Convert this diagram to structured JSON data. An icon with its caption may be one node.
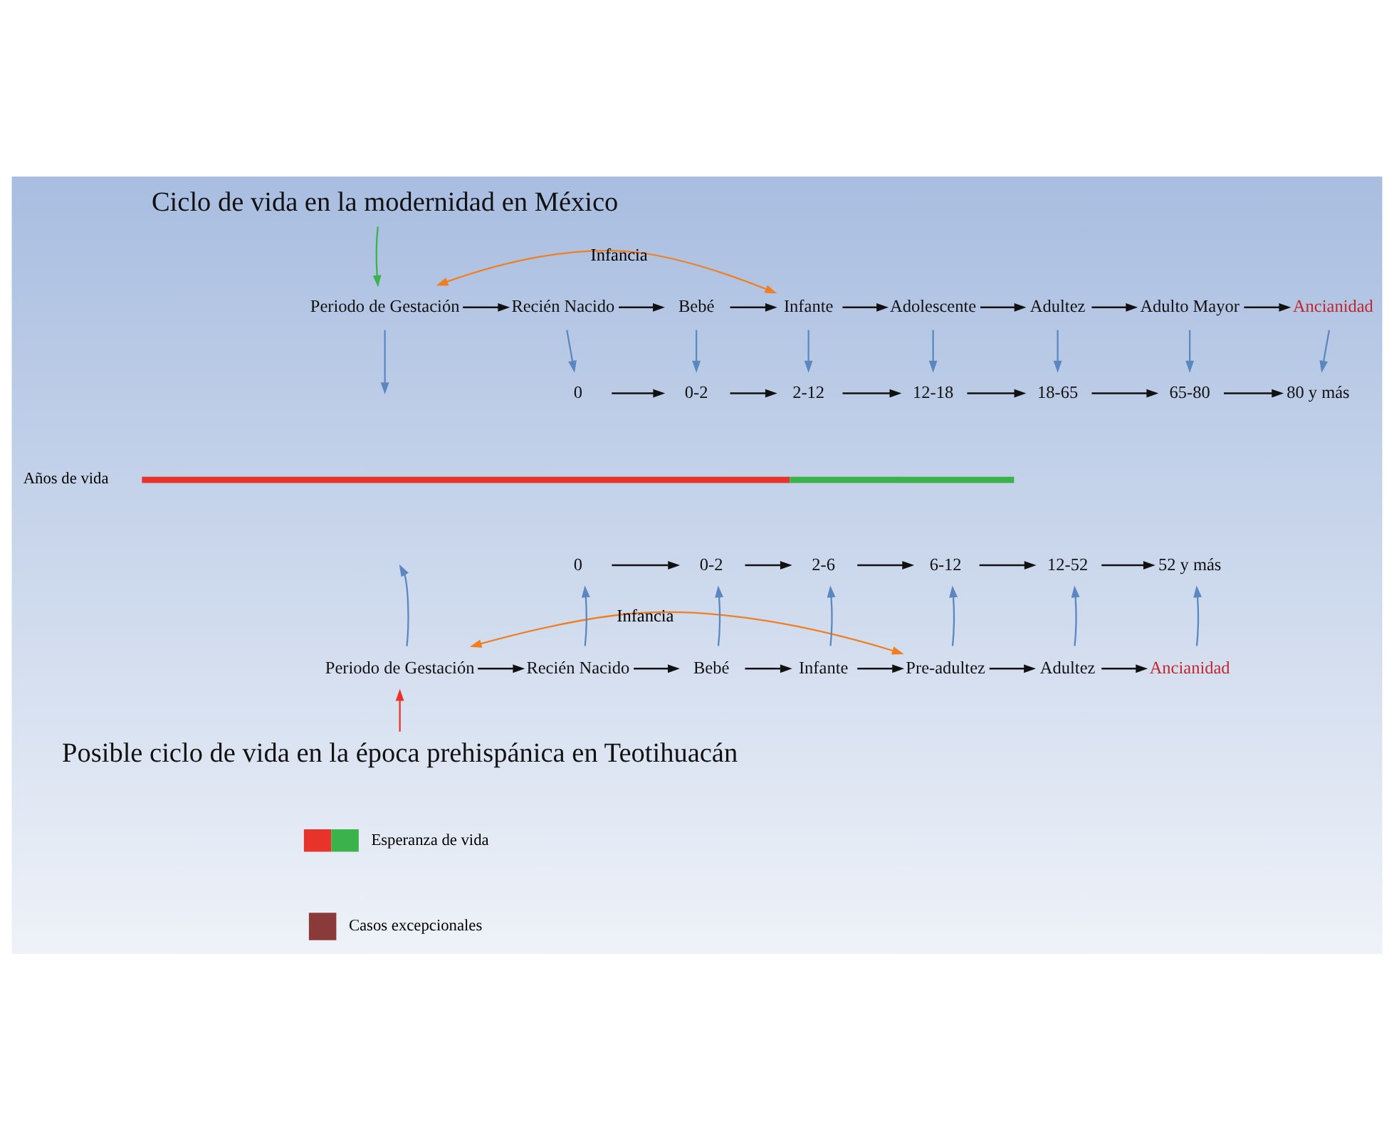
{
  "diagram": {
    "nodes": [
      {
        "text": [
          "Ciclo de vida en la modernidad en México"
        ]
      },
      {
        "text": [
          "Periodo de Gestación"
        ]
      },
      {
        "text": [
          "Recién Nacido"
        ]
      },
      {
        "text": [
          "Bebé"
        ]
      },
      {
        "text": [
          "Infante"
        ]
      },
      {
        "text": [
          "Adolescente"
        ]
      },
      {
        "text": [
          "Adultez"
        ]
      },
      {
        "text": [
          "Adulto Mayor"
        ]
      },
      {
        "text": [
          "Ancianidad"
        ]
      },
      {
        "text": [
          "0"
        ]
      },
      {
        "text": [
          "0-2"
        ]
      },
      {
        "text": [
          "2-12"
        ]
      },
      {
        "text": [
          "12-18"
        ]
      },
      {
        "text": [
          "18-65"
        ]
      },
      {
        "text": [
          "65-80"
        ]
      },
      {
        "text": [
          "80 y más"
        ]
      },
      {
        "text": [
          "0"
        ]
      },
      {
        "text": [
          "0-2"
        ]
      },
      {
        "text": [
          "2-6"
        ]
      },
      {
        "text": [
          "6-12"
        ]
      },
      {
        "text": [
          "12-52"
        ]
      },
      {
        "text": [
          "52 y más"
        ]
      },
      {
        "text": [
          "Periodo de Gestación"
        ]
      },
      {
        "text": [
          "Recién Nacido"
        ]
      },
      {
        "text": [
          "Bebé"
        ]
      },
      {
        "text": [
          "Infante"
        ]
      },
      {
        "text": [
          "Pre-adultez"
        ]
      },
      {
        "text": [
          "Adultez"
        ]
      },
      {
        "text": [
          "Ancianidad"
        ]
      },
      {
        "text": [
          "Posible ciclo de vida en la época prehispánica en Teotihuacán"
        ]
      }
    ],
    "edges": [
      {
        "from": 0,
        "to": 1,
        "arrow": "to",
        "color": "#3cb34a"
      },
      {
        "from": 1,
        "to": 4,
        "arrow": "both",
        "label": "Infancia",
        "color": "#f07f22"
      },
      {
        "from": 1,
        "to": 2,
        "arrow": "to"
      },
      {
        "from": 2,
        "to": 3,
        "arrow": "to"
      },
      {
        "from": 3,
        "to": 4,
        "arrow": "to"
      },
      {
        "from": 4,
        "to": 5,
        "arrow": "to"
      },
      {
        "from": 5,
        "to": 6,
        "arrow": "to"
      },
      {
        "from": 6,
        "to": 7,
        "arrow": "to"
      },
      {
        "from": 7,
        "to": 8,
        "arrow": "to"
      },
      {
        "from": 1,
        "to": null,
        "arrow": "to",
        "color": "#5b87c0"
      },
      {
        "from": 2,
        "to": 9,
        "arrow": "to",
        "color": "#5b87c0"
      },
      {
        "from": 3,
        "to": 10,
        "arrow": "to",
        "color": "#5b87c0"
      },
      {
        "from": 4,
        "to": 11,
        "arrow": "to",
        "color": "#5b87c0"
      },
      {
        "from": 5,
        "to": 12,
        "arrow": "to",
        "color": "#5b87c0"
      },
      {
        "from": 6,
        "to": 13,
        "arrow": "to",
        "color": "#5b87c0"
      },
      {
        "from": 7,
        "to": 14,
        "arrow": "to",
        "color": "#5b87c0"
      },
      {
        "from": 8,
        "to": 15,
        "arrow": "to",
        "color": "#5b87c0"
      },
      {
        "from": 9,
        "to": 10,
        "arrow": "to"
      },
      {
        "from": 10,
        "to": 11,
        "arrow": "to"
      },
      {
        "from": 11,
        "to": 12,
        "arrow": "to"
      },
      {
        "from": 12,
        "to": 13,
        "arrow": "to"
      },
      {
        "from": 13,
        "to": 14,
        "arrow": "to"
      },
      {
        "from": 14,
        "to": 15,
        "arrow": "to"
      },
      {
        "from": 16,
        "to": 17,
        "arrow": "to"
      },
      {
        "from": 17,
        "to": 18,
        "arrow": "to"
      },
      {
        "from": 18,
        "to": 19,
        "arrow": "to"
      },
      {
        "from": 19,
        "to": 20,
        "arrow": "to"
      },
      {
        "from": 20,
        "to": 21,
        "arrow": "to"
      },
      {
        "from": 22,
        "to": null,
        "arrow": "to",
        "color": "#5b87c0"
      },
      {
        "from": 23,
        "to": 16,
        "arrow": "to",
        "color": "#5b87c0"
      },
      {
        "from": 24,
        "to": 17,
        "arrow": "to",
        "color": "#5b87c0"
      },
      {
        "from": 25,
        "to": 18,
        "arrow": "to",
        "color": "#5b87c0"
      },
      {
        "from": 26,
        "to": 19,
        "arrow": "to",
        "color": "#5b87c0"
      },
      {
        "from": 27,
        "to": 20,
        "arrow": "to",
        "color": "#5b87c0"
      },
      {
        "from": 28,
        "to": 21,
        "arrow": "to",
        "color": "#5b87c0"
      },
      {
        "from": 22,
        "to": 23,
        "arrow": "to"
      },
      {
        "from": 23,
        "to": 24,
        "arrow": "to"
      },
      {
        "from": 24,
        "to": 25,
        "arrow": "to"
      },
      {
        "from": 25,
        "to": 26,
        "arrow": "to"
      },
      {
        "from": 26,
        "to": 27,
        "arrow": "to"
      },
      {
        "from": 27,
        "to": 28,
        "arrow": "to"
      },
      {
        "from": 22,
        "to": 26,
        "arrow": "both",
        "label": "Infancia",
        "color": "#f07f22"
      },
      {
        "from": 29,
        "to": 22,
        "arrow": "to",
        "color": "#e8332a"
      }
    ],
    "labels": [
      "Años de vida"
    ],
    "legend": [
      {
        "text": "Esperanza de vida"
      },
      {
        "text": "Casos excepcionales",
        "color": "#8b3a3a"
      }
    ]
  }
}
